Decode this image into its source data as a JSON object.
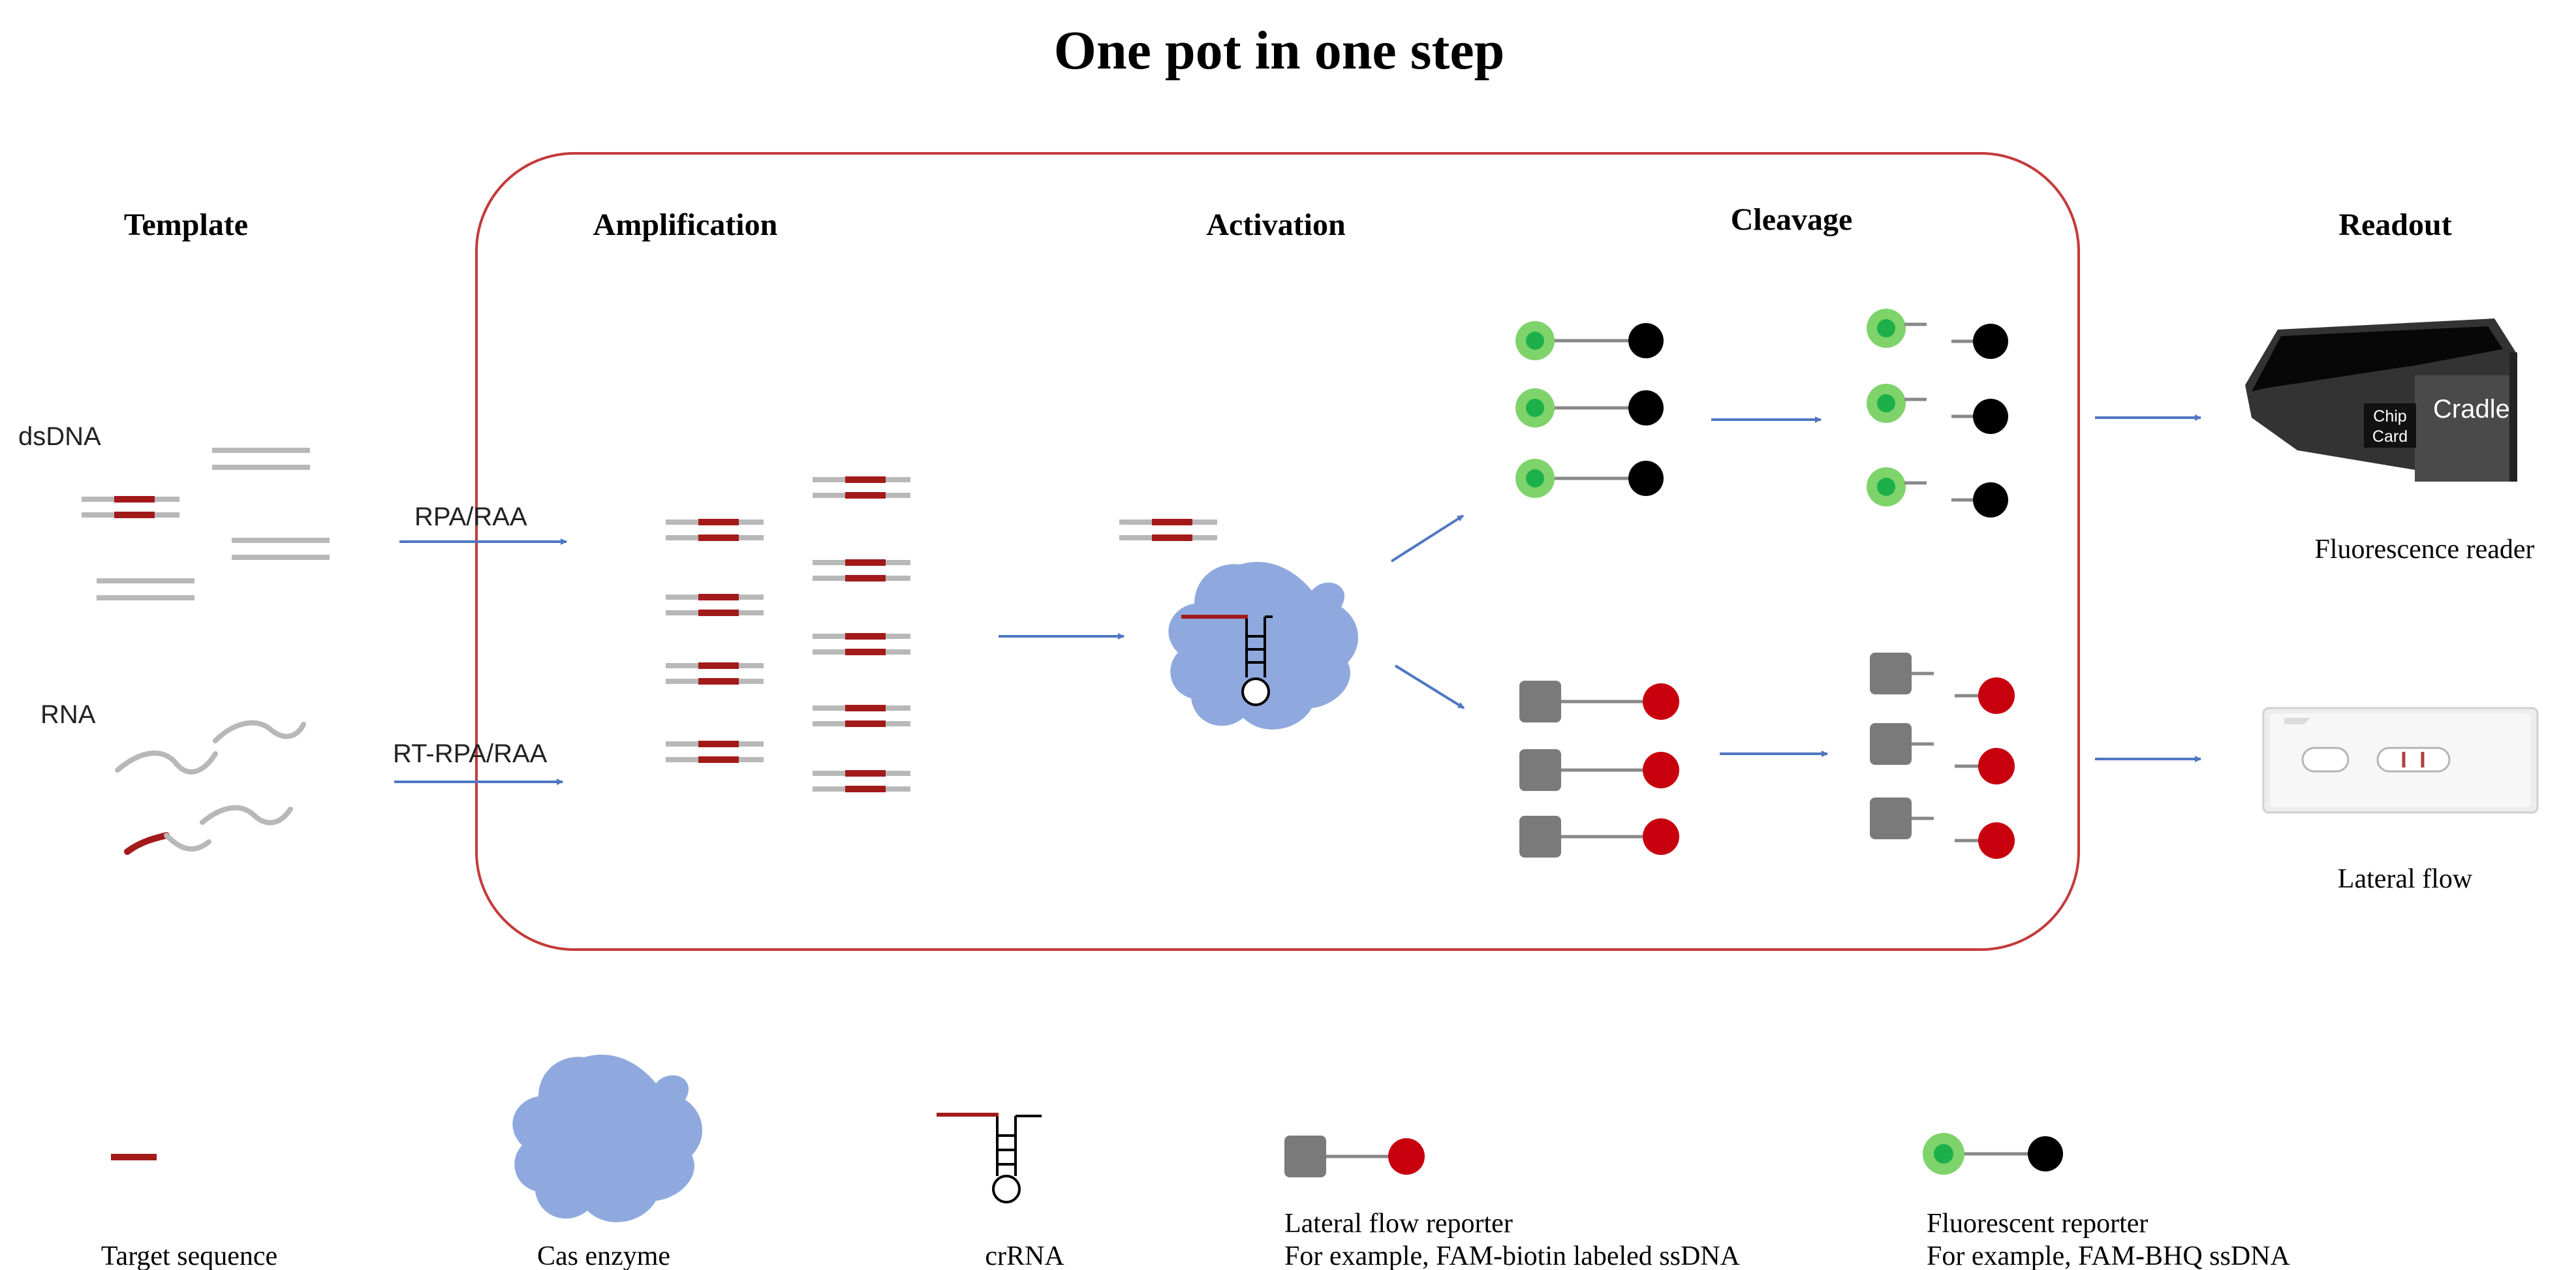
{
  "title": "One pot in one step",
  "stages": {
    "template": "Template",
    "amplification": "Amplification",
    "activation": "Activation",
    "cleavage": "Cleavage",
    "readout": "Readout"
  },
  "templates": {
    "dsdna": "dsDNA",
    "rna": "RNA"
  },
  "methods": {
    "rpa": "RPA/RAA",
    "rt_rpa": "RT-RPA/RAA"
  },
  "readout_devices": {
    "fluorescence_reader": "Fluorescence reader",
    "lateral_flow": "Lateral flow",
    "reader_cradle_label": "Cradle",
    "reader_chip_label_1": "Chip",
    "reader_chip_label_2": "Card"
  },
  "legend": {
    "target_sequence": "Target  sequence",
    "cas_enzyme": "Cas enzyme",
    "crrna": "crRNA",
    "lateral_flow_reporter": "Lateral flow reporter",
    "lateral_flow_example": "For example, FAM-biotin labeled ssDNA",
    "fluorescent_reporter": "Fluorescent reporter",
    "fluorescent_example": "For example, FAM-BHQ ssDNA"
  },
  "colors": {
    "target_red": "#a31a1a",
    "strand_gray": "#b8b8b8",
    "cas_blue": "#8fa9df",
    "arrow_blue": "#4f76c2",
    "fluor_green": "#7fd36b",
    "fluor_core": "#1db04a",
    "quencher_black": "#000000",
    "biotin_gray": "#7a7a7a",
    "label_red": "#c8000e",
    "pot_border": "#c43a3a"
  }
}
